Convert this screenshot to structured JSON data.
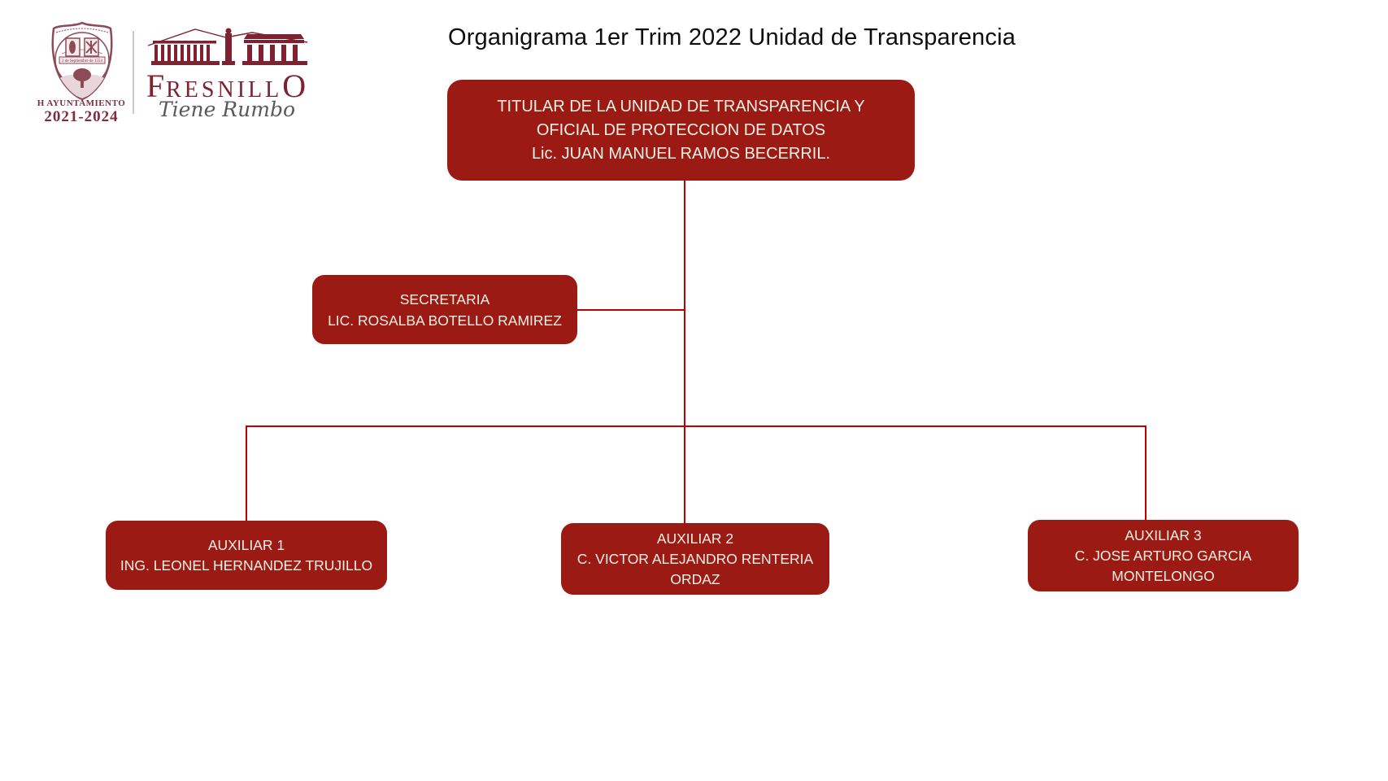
{
  "page": {
    "title": "Organigrama 1er Trim 2022 Unidad de Transparencia"
  },
  "logo": {
    "shield_banner": "2 de Septiembre de 1554",
    "gov_line1": "H AYUNTAMIENTO",
    "gov_line2": "2021-2024",
    "wordmark_first": "F",
    "wordmark_mid": "RESNILL",
    "wordmark_last": "O",
    "tagline": "Tiene Rumbo"
  },
  "colors": {
    "node_fill": "#9B1A13",
    "node_text": "#F8F0E5",
    "connector": "#C00000",
    "logo_maroon": "#7E2130",
    "tagline_gray": "#58595B",
    "title_text": "#0D0D0D"
  },
  "nodes": {
    "titular": {
      "line1": "TITULAR DE LA UNIDAD DE TRANSPARENCIA Y",
      "line2": "OFICIAL DE PROTECCION DE DATOS",
      "line3": "Lic. JUAN MANUEL RAMOS BECERRIL."
    },
    "secretaria": {
      "line1": "SECRETARIA",
      "line2": "LIC. ROSALBA BOTELLO RAMIREZ"
    },
    "aux1": {
      "line1": "AUXILIAR 1",
      "line2": "ING. LEONEL HERNANDEZ TRUJILLO"
    },
    "aux2": {
      "line1": "AUXILIAR 2",
      "line2": "C. VICTOR ALEJANDRO RENTERIA",
      "line3": "ORDAZ"
    },
    "aux3": {
      "line1": "AUXILIAR 3",
      "line2": "C. JOSE ARTURO GARCIA",
      "line3": "MONTELONGO"
    }
  }
}
